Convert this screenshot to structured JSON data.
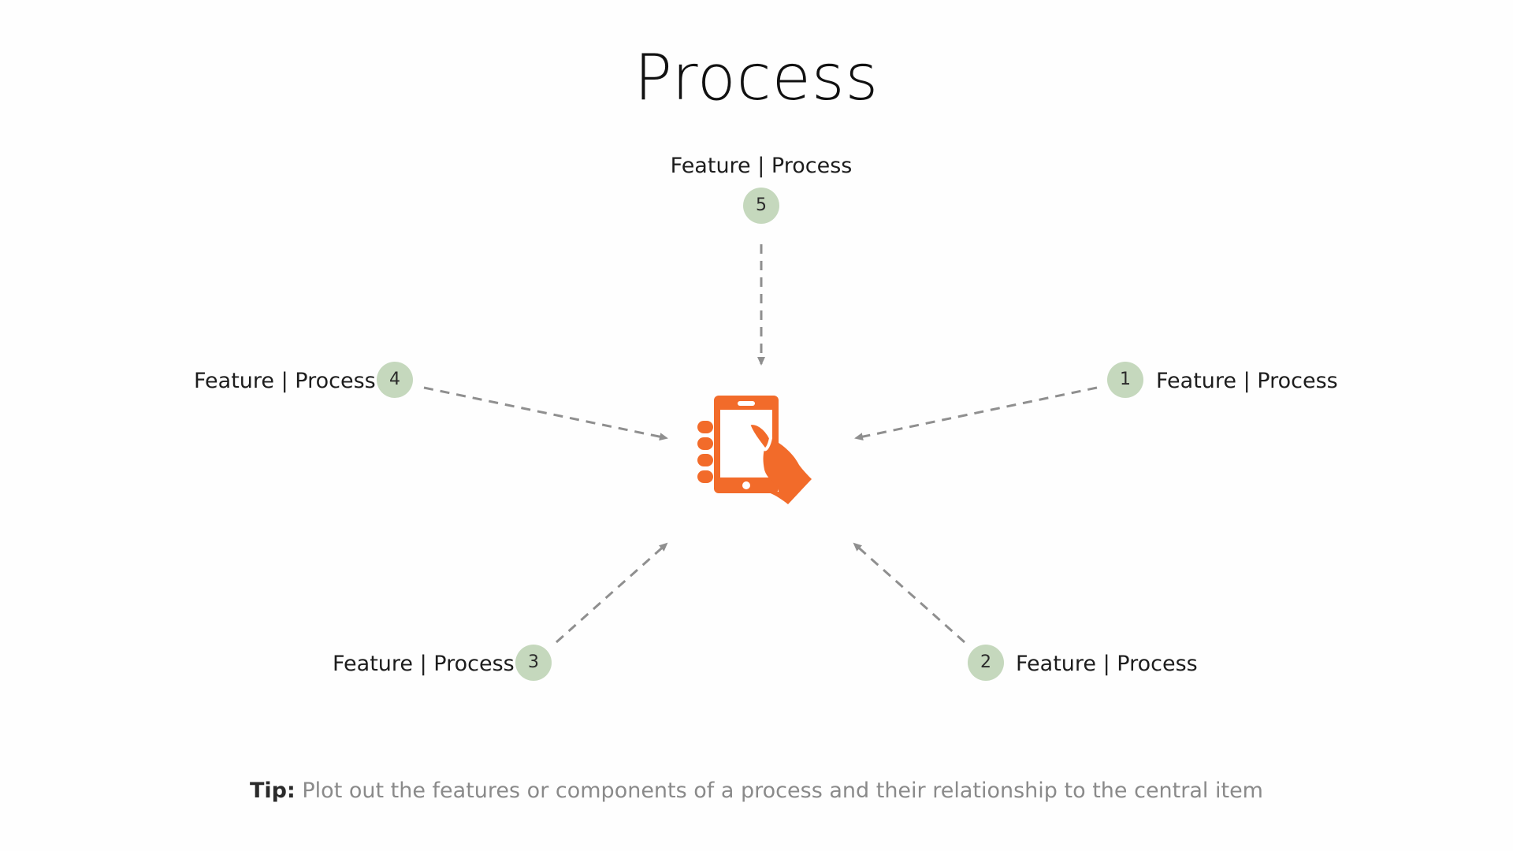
{
  "slide": {
    "title": "Process",
    "accent_color": "#f26b2a",
    "badge_color": "#c5d8bd",
    "connector_color": "#8f8f8f"
  },
  "features": [
    {
      "number": "1",
      "label": "Feature | Process"
    },
    {
      "number": "2",
      "label": "Feature | Process"
    },
    {
      "number": "3",
      "label": "Feature | Process"
    },
    {
      "number": "4",
      "label": "Feature | Process"
    },
    {
      "number": "5",
      "label": "Feature | Process"
    }
  ],
  "center": {
    "icon": "hand-holding-phone-icon"
  },
  "tip": {
    "label": "Tip:",
    "text": "Plot out the features or components of a process and their relationship to the central item"
  }
}
